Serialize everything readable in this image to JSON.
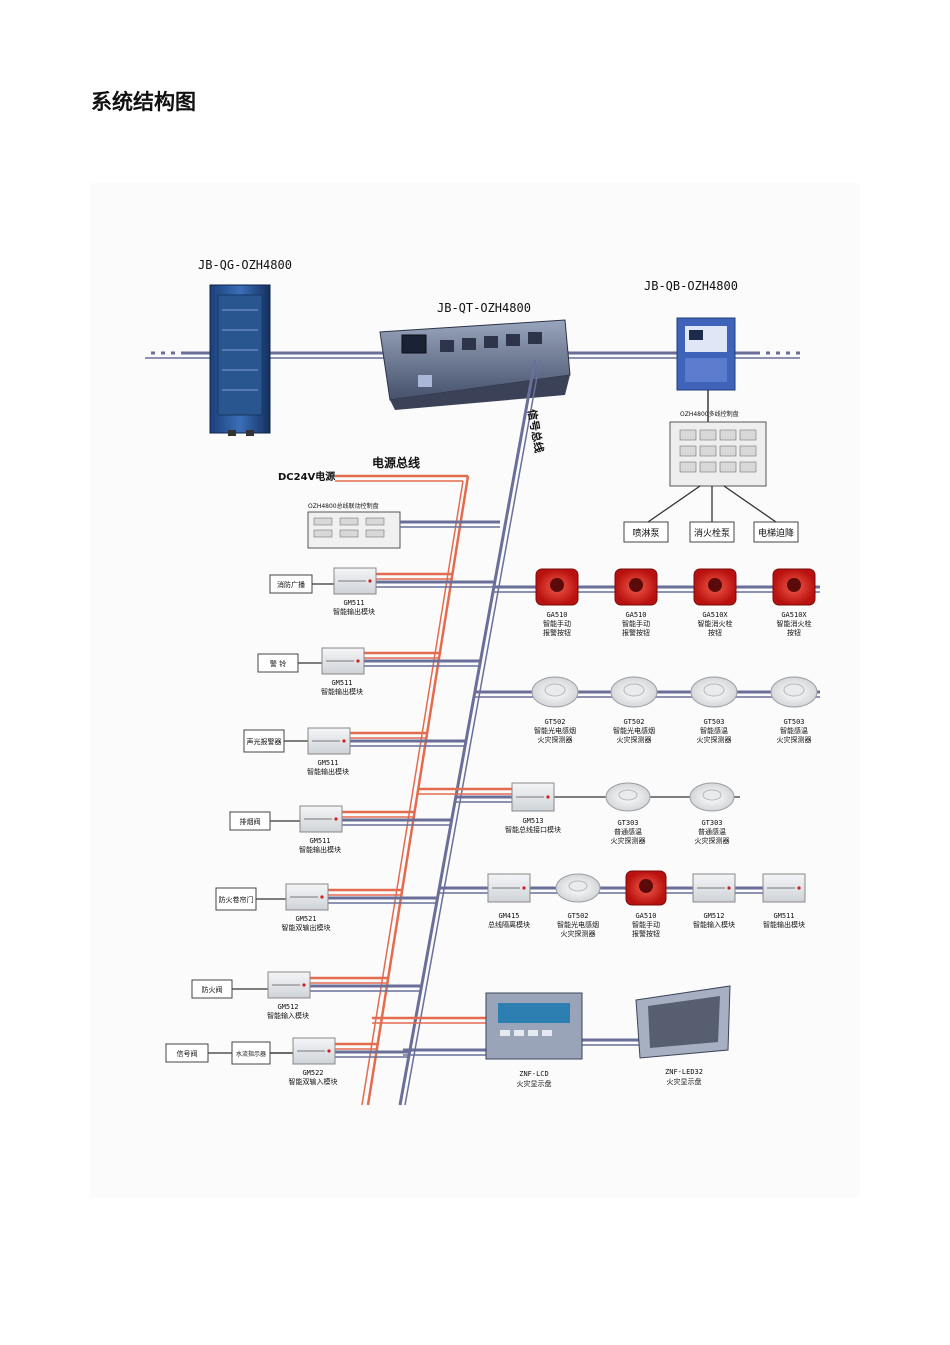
{
  "page": {
    "title": "系统结构图"
  },
  "diagram": {
    "controllers": {
      "cabinet": "JB-QG-OZH4800",
      "console": "JB-QT-OZH4800",
      "wallmount": "JB-QB-OZH4800"
    },
    "buses": {
      "power": "电源总线",
      "signal": "信号总线",
      "dc24": "DC24V电源"
    },
    "panels": {
      "bus_panel_title": "OZH4800总线联动控制盘",
      "multi_panel_title": "OZH4800多线控制盘"
    },
    "multi_targets": [
      "喷淋泵",
      "消火栓泵",
      "电梯迫降"
    ],
    "left_devices": [
      "消防广播",
      "警 铃",
      "声光报警器",
      "排烟阀",
      "防火卷帘门",
      "防火阀",
      "信号阀",
      "水流指示器"
    ],
    "left_modules": [
      {
        "code": "GM511",
        "name": "智能输出模块"
      },
      {
        "code": "GM511",
        "name": "智能输出模块"
      },
      {
        "code": "GM511",
        "name": "智能输出模块"
      },
      {
        "code": "GM511",
        "name": "智能输出模块"
      },
      {
        "code": "GM521",
        "name": "智能双输出模块"
      },
      {
        "code": "GM512",
        "name": "智能输入模块"
      },
      {
        "code": "GM522",
        "name": "智能双输入模块"
      }
    ],
    "row1": [
      {
        "code": "GA510",
        "name1": "智能手动",
        "name2": "报警按钮"
      },
      {
        "code": "GA510",
        "name1": "智能手动",
        "name2": "报警按钮"
      },
      {
        "code": "GA510X",
        "name1": "智能消火栓",
        "name2": "按钮"
      },
      {
        "code": "GA510X",
        "name1": "智能消火栓",
        "name2": "按钮"
      }
    ],
    "row2": [
      {
        "code": "GT502",
        "name1": "智能光电感烟",
        "name2": "火灾探测器"
      },
      {
        "code": "GT502",
        "name1": "智能光电感烟",
        "name2": "火灾探测器"
      },
      {
        "code": "GT503",
        "name1": "智能感温",
        "name2": "火灾探测器"
      },
      {
        "code": "GT503",
        "name1": "智能感温",
        "name2": "火灾探测器"
      }
    ],
    "row3": {
      "module": {
        "code": "GM513",
        "name": "智能总线接口模块"
      },
      "detectors": [
        {
          "code": "GT303",
          "name1": "普通感温",
          "name2": "火灾探测器"
        },
        {
          "code": "GT303",
          "name1": "普通感温",
          "name2": "火灾探测器"
        }
      ]
    },
    "row4": [
      {
        "code": "GM415",
        "name1": "总线隔离模块",
        "name2": ""
      },
      {
        "code": "GT502",
        "name1": "智能光电感烟",
        "name2": "火灾探测器"
      },
      {
        "code": "GA510",
        "name1": "智能手动",
        "name2": "报警按钮"
      },
      {
        "code": "GM512",
        "name1": "智能输入模块",
        "name2": ""
      },
      {
        "code": "GM511",
        "name1": "智能输出模块",
        "name2": ""
      }
    ],
    "displays": [
      {
        "code": "ZNF-LCD",
        "name": "火灾显示盘"
      },
      {
        "code": "ZNF-LED32",
        "name": "火灾显示盘"
      }
    ]
  },
  "colors": {
    "signal": "#6a6f9a",
    "power": "#e36b4e",
    "alarm_red": "#d9201e"
  }
}
